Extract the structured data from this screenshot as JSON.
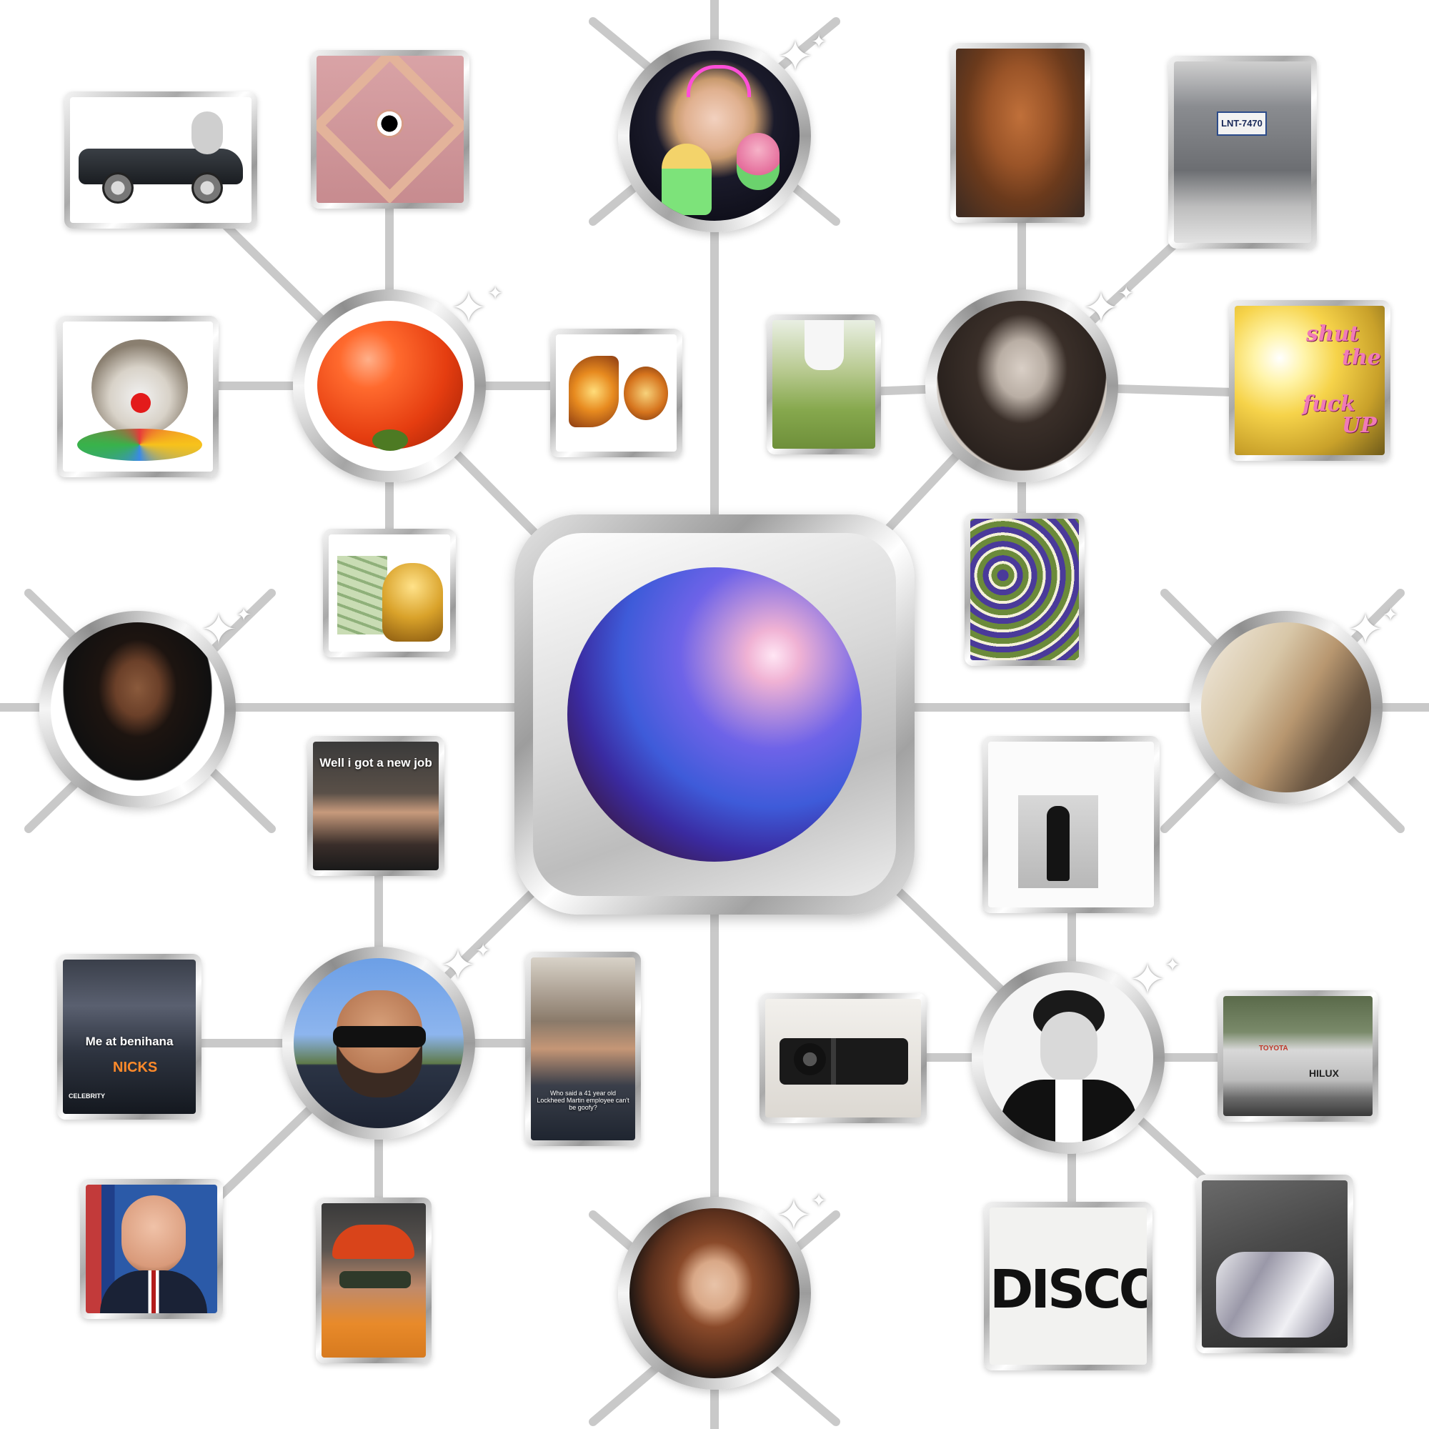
{
  "hub": {
    "icon": "orb-icon"
  },
  "captions": {
    "new_job": "Well i got a new job",
    "benihana": "Me at benihana",
    "celebrity": "CELEBRITY",
    "lockheed": "Who said a 41 year old Lockheed Martin employee can't be goofy?",
    "disco": "DISCO",
    "stfu_1": "shut",
    "stfu_2": "the",
    "stfu_3": "fuck",
    "stfu_4": "UP",
    "plate": "LNT-7470",
    "toyota": "TOYOTA",
    "hilux": "HILUX",
    "knicks": "NICKS"
  },
  "icons": {
    "sparkle": "sparkle-icon"
  },
  "colors": {
    "orb_blue": "#3e5bd9",
    "orb_pink": "#f0b2d4",
    "orb_brown": "#b0652a",
    "chrome": "#a9a9a9"
  }
}
